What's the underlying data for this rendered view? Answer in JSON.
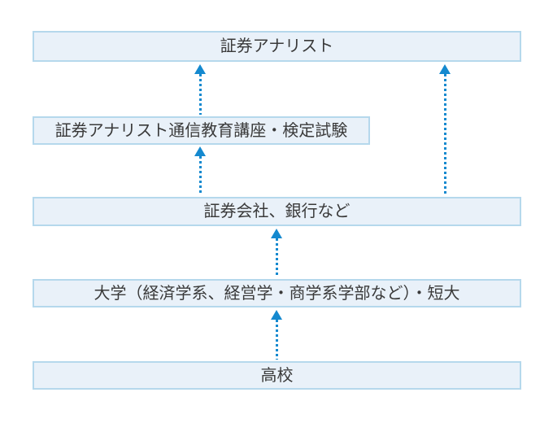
{
  "diagram": {
    "type": "career-path-flowchart",
    "boxes": [
      {
        "id": "securities-analyst",
        "label": "証券アナリスト"
      },
      {
        "id": "analyst-course-exam",
        "label": "証券アナリスト通信教育講座・検定試験"
      },
      {
        "id": "securities-company-bank",
        "label": "証券会社、銀行など"
      },
      {
        "id": "university-juniorcollege",
        "label": "大学（経済学系、経営学・商学系学部など）・短大"
      },
      {
        "id": "high-school",
        "label": "高校"
      }
    ],
    "arrows": [
      {
        "from": "analyst-course-exam",
        "to": "securities-analyst",
        "style": "dotted-up"
      },
      {
        "from": "securities-company-bank",
        "to": "analyst-course-exam",
        "style": "dotted-up"
      },
      {
        "from": "securities-company-bank",
        "to": "securities-analyst",
        "style": "dotted-up"
      },
      {
        "from": "university-juniorcollege",
        "to": "securities-company-bank",
        "style": "dotted-up"
      },
      {
        "from": "high-school",
        "to": "university-juniorcollege",
        "style": "dotted-up"
      }
    ],
    "colors": {
      "box_fill": "#e9f1f9",
      "box_border": "#b5d8ec",
      "arrow": "#1489cf",
      "text": "#3a3a3a"
    }
  }
}
